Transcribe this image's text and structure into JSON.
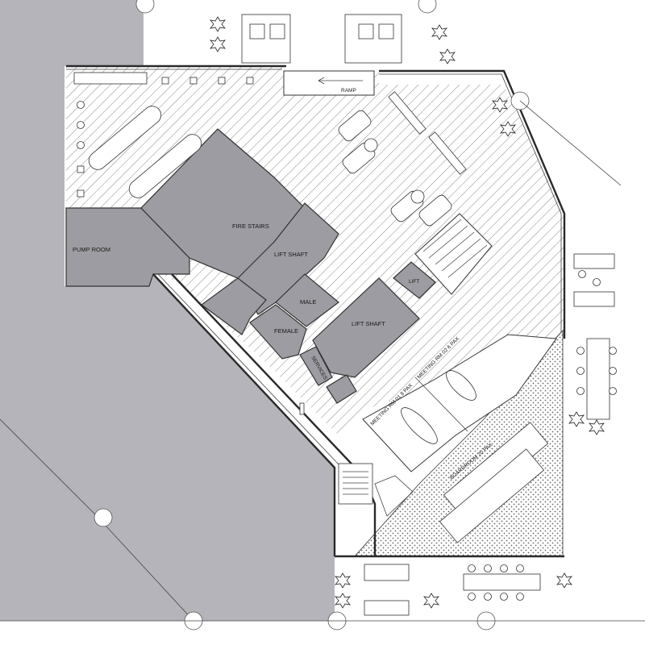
{
  "labels": {
    "ramp": "RAMP",
    "pump_room": "PUMP ROOM",
    "fire_stairs": "FIRE STAIRS",
    "lift_shaft_1": "LIFT SHAFT",
    "lift_shaft_2": "LIFT SHAFT",
    "lift": "LIFT",
    "male": "MALE",
    "female": "FEMALE",
    "services": "SERVICES",
    "meeting_rm_01": "MEETING RM 01  8 PAX",
    "meeting_rm_02": "MEETING RM 02  6 PAX",
    "boardroom": "BOARDROOM  20 PAX"
  },
  "colors": {
    "core": "#9c9ca2",
    "exterior": "#b4b4ba",
    "lines": "#2a2a2a"
  }
}
